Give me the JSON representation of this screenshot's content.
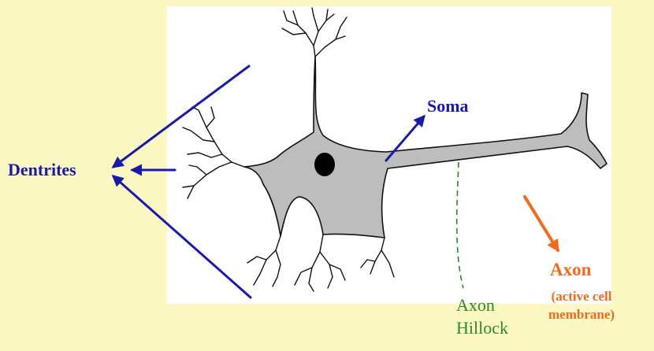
{
  "labels": {
    "dendrites": "Dentrites",
    "soma": "Soma",
    "axon": "Axon",
    "axon_note_line1": "(active cell",
    "axon_note_line2": "membrane)",
    "hillock_line1": "Axon",
    "hillock_line2": "Hillock"
  },
  "colors": {
    "background": "#fbf8c3",
    "panel": "#ffffff",
    "neuron_fill": "#bdbdbd",
    "nucleus": "#000000",
    "dendrite_arrows": "#1a1aa8",
    "axon_arrow": "#f26a1f",
    "hillock_marker": "#2a8a2a"
  }
}
